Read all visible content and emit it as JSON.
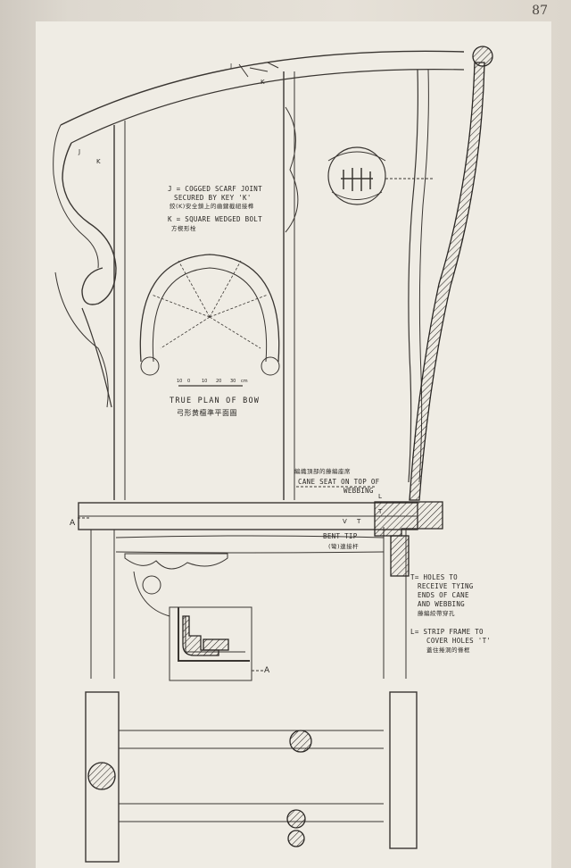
{
  "page_number": "87",
  "notes": {
    "j_line": "J = COGGED SCARF JOINT",
    "j_line2": "SECURED BY KEY 'K'",
    "j_cn": "鉸(K)安全鎖上的齒鍵截紐接榫",
    "k_line": "K = SQUARE WEDGED BOLT",
    "k_cn": "方楔形栓"
  },
  "bow_plan": {
    "title": "TRUE PLAN OF BOW",
    "title_cn": "弓形黄檀準平面圖",
    "scale_ticks": [
      "10",
      "0",
      "10",
      "20",
      "30",
      "cm"
    ]
  },
  "seat": {
    "cn_label": "編織頂部的藤編座席",
    "cane_seat_1": "CANE SEAT ON TOP OF",
    "cane_seat_2": "WEBBING",
    "bent_tip": "BENT TIP",
    "bent_tip_cn": "(彎)連接杆"
  },
  "holes": {
    "line1": "T= HOLES TO",
    "line2": "RECEIVE TYING",
    "line3": "ENDS OF CANE",
    "line4": "AND WEBBING",
    "cn": "藤編絞帶穿孔"
  },
  "strip": {
    "line1": "L= STRIP FRAME TO",
    "line2": "COVER HOLES 'T'",
    "cn": "蓋住捲洞的條框"
  },
  "section_marks": {
    "left_a": "A",
    "right_a": "A"
  },
  "letters": {
    "j": "J",
    "k": "K",
    "j2": "J",
    "k2": "K",
    "l": "L",
    "t": "T",
    "v": "V",
    "t2": "T"
  }
}
